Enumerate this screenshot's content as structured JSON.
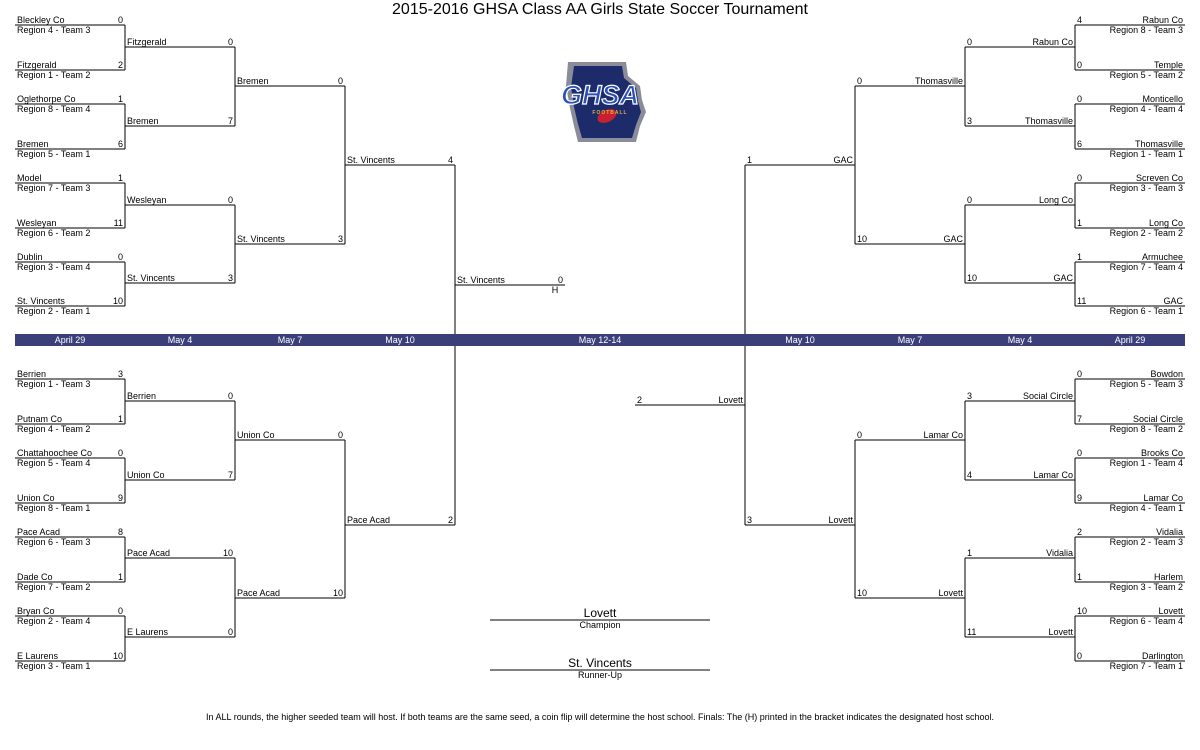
{
  "title": "2015-2016 GHSA Class AA Girls State Soccer Tournament",
  "logo_text": "GHSA",
  "logo_subtext": "FOOTBALL",
  "logo_colors": {
    "navy": "#1d2b6b",
    "blue": "#2a4fb8",
    "red": "#c8202f",
    "gold": "#e0b23a",
    "gray": "#8a8d99"
  },
  "date_bar_color": "#3a3f7a",
  "dates": [
    "April 29",
    "May 4",
    "May 7",
    "May 10",
    "May 12-14",
    "May 10",
    "May 7",
    "May 4",
    "April 29"
  ],
  "rounds": {
    "r1": [
      {
        "name": "Bleckley Co",
        "seed": "Region 4 - Team 3",
        "score": "0"
      },
      {
        "name": "Fitzgerald",
        "seed": "Region 1 - Team 2",
        "score": "2"
      },
      {
        "name": "Oglethorpe Co",
        "seed": "Region 8 - Team 4",
        "score": "1"
      },
      {
        "name": "Bremen",
        "seed": "Region 5 - Team 1",
        "score": "6"
      },
      {
        "name": "Model",
        "seed": "Region 7 - Team 3",
        "score": "1"
      },
      {
        "name": "Wesleyan",
        "seed": "Region 6 - Team 2",
        "score": "11"
      },
      {
        "name": "Dublin",
        "seed": "Region 3 - Team 4",
        "score": "0"
      },
      {
        "name": "St. Vincents",
        "seed": "Region 2 - Team 1",
        "score": "10"
      },
      {
        "name": "Berrien",
        "seed": "Region 1 - Team 3",
        "score": "3"
      },
      {
        "name": "Putnam Co",
        "seed": "Region 4 - Team 2",
        "score": "1"
      },
      {
        "name": "Chattahoochee Co",
        "seed": "Region 5 - Team 4",
        "score": "0"
      },
      {
        "name": "Union Co",
        "seed": "Region 8 - Team 1",
        "score": "9"
      },
      {
        "name": "Pace Acad",
        "seed": "Region 6 - Team 3",
        "score": "8"
      },
      {
        "name": "Dade Co",
        "seed": "Region 7 - Team 2",
        "score": "1"
      },
      {
        "name": "Bryan Co",
        "seed": "Region 2 - Team 4",
        "score": "0"
      },
      {
        "name": "E Laurens",
        "seed": "Region 3 - Team 1",
        "score": "10"
      },
      {
        "name": "Rabun Co",
        "seed": "Region 8 - Team 3",
        "score": "4"
      },
      {
        "name": "Temple",
        "seed": "Region 5 - Team 2",
        "score": "0"
      },
      {
        "name": "Monticello",
        "seed": "Region 4 - Team 4",
        "score": "0"
      },
      {
        "name": "Thomasville",
        "seed": "Region 1 - Team 1",
        "score": "6"
      },
      {
        "name": "Screven Co",
        "seed": "Region 3 - Team 3",
        "score": "0"
      },
      {
        "name": "Long Co",
        "seed": "Region 2 - Team 2",
        "score": "1"
      },
      {
        "name": "Armuchee",
        "seed": "Region 7 - Team 4",
        "score": "1"
      },
      {
        "name": "GAC",
        "seed": "Region 6 - Team 1",
        "score": "11"
      },
      {
        "name": "Bowdon",
        "seed": "Region 5 - Team 3",
        "score": "0"
      },
      {
        "name": "Social Circle",
        "seed": "Region 8 - Team 2",
        "score": "7"
      },
      {
        "name": "Brooks Co",
        "seed": "Region 1 - Team 4",
        "score": "0"
      },
      {
        "name": "Lamar Co",
        "seed": "Region 4 - Team 1",
        "score": "9"
      },
      {
        "name": "Vidalia",
        "seed": "Region 2 - Team 3",
        "score": "2"
      },
      {
        "name": "Harlem",
        "seed": "Region 3 - Team 2",
        "score": "1"
      },
      {
        "name": "Lovett",
        "seed": "Region 6 - Team 4",
        "score": "10"
      },
      {
        "name": "Darlington",
        "seed": "Region 7 - Team 1",
        "score": "0"
      }
    ],
    "r2": [
      {
        "name": "Fitzgerald",
        "score": "0"
      },
      {
        "name": "Bremen",
        "score": "7"
      },
      {
        "name": "Wesleyan",
        "score": "0"
      },
      {
        "name": "St. Vincents",
        "score": "3"
      },
      {
        "name": "Berrien",
        "score": "0"
      },
      {
        "name": "Union Co",
        "score": "7"
      },
      {
        "name": "Pace Acad",
        "score": "10"
      },
      {
        "name": "E Laurens",
        "score": "0"
      },
      {
        "name": "Rabun Co",
        "score": "0"
      },
      {
        "name": "Thomasville",
        "score": "3"
      },
      {
        "name": "Long Co",
        "score": "0"
      },
      {
        "name": "GAC",
        "score": "10"
      },
      {
        "name": "Social Circle",
        "score": "3"
      },
      {
        "name": "Lamar Co",
        "score": "4"
      },
      {
        "name": "Vidalia",
        "score": "1"
      },
      {
        "name": "Lovett",
        "score": "11"
      }
    ],
    "r3": [
      {
        "name": "Bremen",
        "score": "0"
      },
      {
        "name": "St. Vincents",
        "score": "3"
      },
      {
        "name": "Union Co",
        "score": "0"
      },
      {
        "name": "Pace Acad",
        "score": "10"
      },
      {
        "name": "Thomasville",
        "score": "0"
      },
      {
        "name": "GAC",
        "score": "10"
      },
      {
        "name": "Lamar Co",
        "score": "0"
      },
      {
        "name": "Lovett",
        "score": "10"
      }
    ],
    "r4": [
      {
        "name": "St. Vincents",
        "score": "4"
      },
      {
        "name": "Pace Acad",
        "score": "2"
      },
      {
        "name": "GAC",
        "score": "1"
      },
      {
        "name": "Lovett",
        "score": "3"
      }
    ],
    "final": [
      {
        "name": "St. Vincents",
        "score": "0",
        "host": "H"
      },
      {
        "name": "Lovett",
        "score": "2"
      }
    ]
  },
  "champion": {
    "name": "Lovett",
    "label": "Champion"
  },
  "runner_up": {
    "name": "St. Vincents",
    "label": "Runner-Up"
  },
  "footnote": "In ALL rounds, the higher seeded team will host. If both teams are the same seed, a coin flip will determine the host school. Finals: The (H) printed in the bracket indicates the designated host school."
}
